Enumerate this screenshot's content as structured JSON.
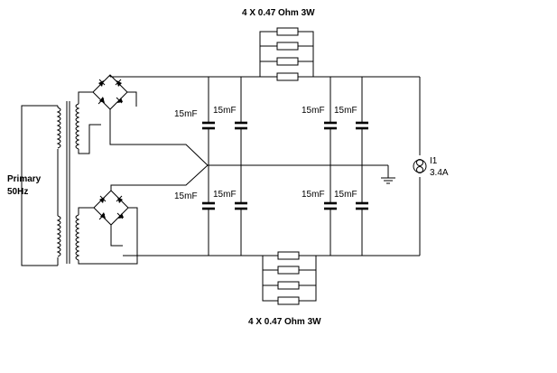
{
  "labels": {
    "top_resistors": "4 X 0.47 Ohm 3W",
    "bottom_resistors": "4 X 0.47 Ohm 3W",
    "primary_line1": "Primary",
    "primary_line2": "50Hz",
    "current_source_name": "I1",
    "current_source_value": "3.4A",
    "capacitor_value": "15mF"
  },
  "capacitors": [
    {
      "value": "15mF"
    },
    {
      "value": "15mF"
    },
    {
      "value": "15mF"
    },
    {
      "value": "15mF"
    },
    {
      "value": "15mF"
    },
    {
      "value": "15mF"
    },
    {
      "value": "15mF"
    },
    {
      "value": "15mF"
    }
  ],
  "colors": {
    "line": "#000000",
    "background": "#ffffff"
  }
}
